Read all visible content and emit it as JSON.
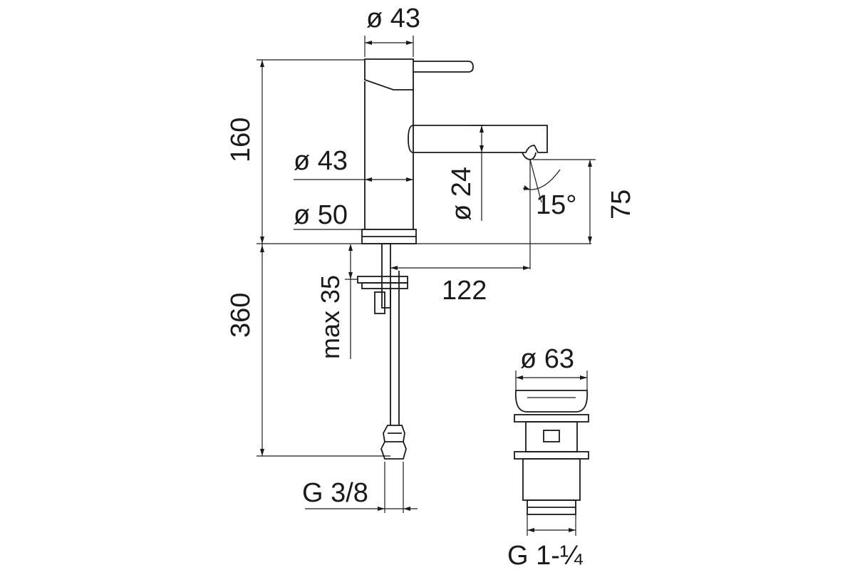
{
  "dimensions": {
    "handle_diameter": "ø 43",
    "body_diameter": "ø 43",
    "base_diameter": "ø 50",
    "spout_diameter": "ø 24",
    "tilt_angle": "15°",
    "total_height": "160",
    "spout_height": "75",
    "spout_reach": "122",
    "max_deck_thickness": "max 35",
    "hose_length": "360",
    "hose_connection": "G 3/8",
    "waste_diameter": "ø 63",
    "waste_thread": "G 1-¼"
  }
}
